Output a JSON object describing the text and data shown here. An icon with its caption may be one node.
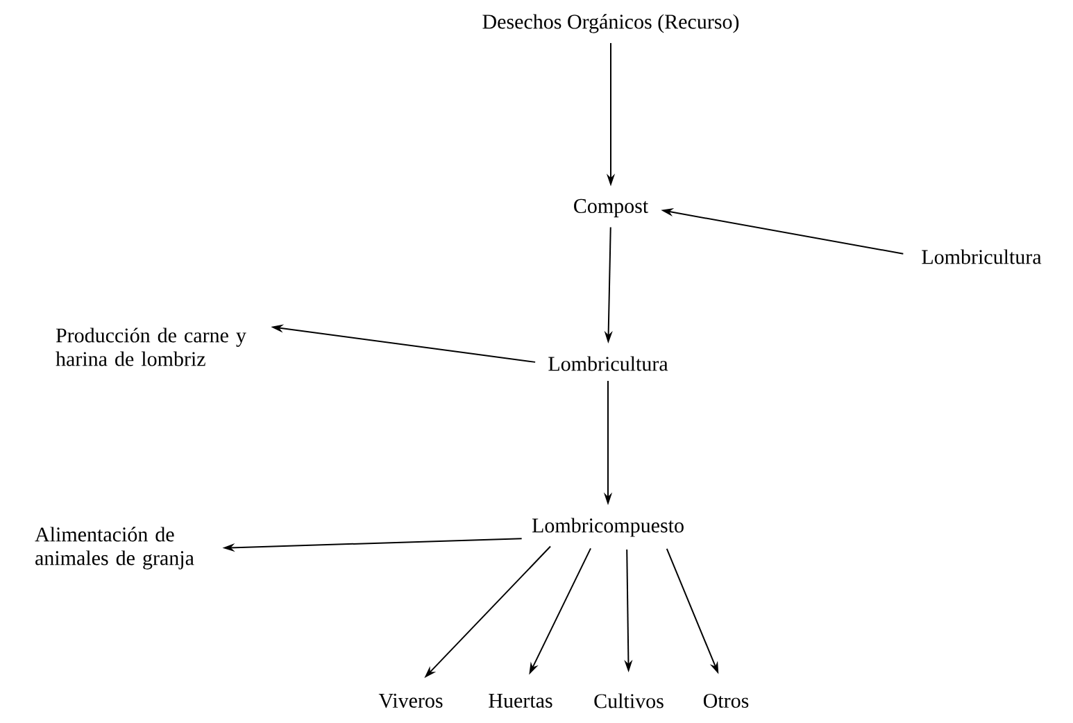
{
  "diagram": {
    "nodes": [
      {
        "text": [
          "Desechos Orgánicos (Recurso)"
        ]
      },
      {
        "text": [
          "Compost"
        ]
      },
      {
        "text": [
          "Lombricultura"
        ]
      },
      {
        "text": [
          "Producción de carne y harina de lombriz"
        ]
      },
      {
        "text": [
          "Lombricultura"
        ]
      },
      {
        "text": [
          "Alimentación de animales de granja"
        ]
      },
      {
        "text": [
          "Lombricompuesto"
        ]
      },
      {
        "text": [
          "Viveros"
        ]
      },
      {
        "text": [
          "Huertas"
        ]
      },
      {
        "text": [
          "Cultivos"
        ]
      },
      {
        "text": [
          "Otros"
        ]
      }
    ],
    "edges": [
      {
        "from": 0,
        "to": 1,
        "arrow": "to"
      },
      {
        "from": 2,
        "to": 1,
        "arrow": "to"
      },
      {
        "from": 1,
        "to": 4,
        "arrow": "to"
      },
      {
        "from": 4,
        "to": 3,
        "arrow": "to"
      },
      {
        "from": 4,
        "to": 6,
        "arrow": "to"
      },
      {
        "from": 6,
        "to": 5,
        "arrow": "to"
      },
      {
        "from": 6,
        "to": 7,
        "arrow": "to"
      },
      {
        "from": 6,
        "to": 8,
        "arrow": "to"
      },
      {
        "from": 6,
        "to": 9,
        "arrow": "to"
      },
      {
        "from": 6,
        "to": 10,
        "arrow": "to"
      }
    ]
  }
}
